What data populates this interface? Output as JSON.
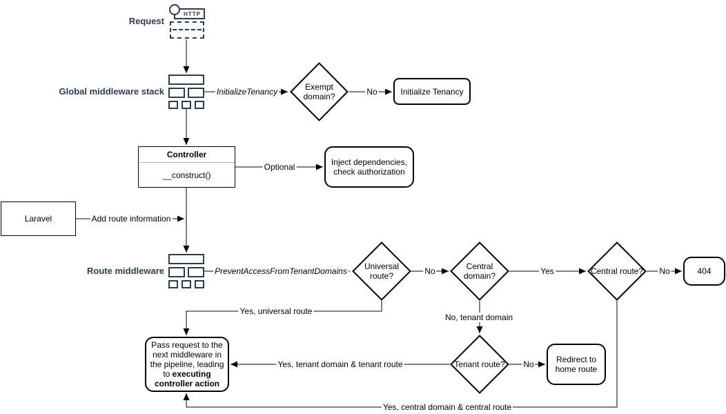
{
  "colors": {
    "navy": "#2d3b4e",
    "stroke": "#000000",
    "background": "#ffffff",
    "divider": "#b3b3b3"
  },
  "icons": {
    "request": "http-request-icon",
    "global_middleware": "middleware-stack-icon",
    "route_middleware": "middleware-stack-icon"
  },
  "labels": {
    "request": "Request",
    "http": "HTTP",
    "global_middleware": "Global middleware stack",
    "route_middleware": "Route middleware"
  },
  "nodes": {
    "exempt_domain": "Exempt domain?",
    "initialize_tenancy": "Initialize Tenancy",
    "controller_title": "Controller",
    "controller_method": "__construct()",
    "inject_dependencies": "Inject dependencies, check authorization",
    "laravel": "Laravel",
    "universal_route": "Universal route?",
    "central_domain": "Central domain?",
    "central_route": "Central route?",
    "not_found": "404",
    "tenant_route": "Tenant route?",
    "redirect_home": "Redirect to home route",
    "pass_request_text": "Pass request to the next middleware in the pipeline, leading to ",
    "pass_request_bold": "executing controller action"
  },
  "edges": {
    "initialize_tenancy_middleware": "InitializeTenancy",
    "exempt_no": "No",
    "optional": "Optional",
    "add_route_information": "Add route information",
    "prevent_access_middleware": "PreventAccessFromTenantDomains",
    "universal_no": "No",
    "central_domain_yes": "Yes",
    "central_route_no": "No",
    "universal_yes": "Yes, universal route",
    "central_domain_no": "No, tenant domain",
    "tenant_no": "No",
    "tenant_yes": "Yes, tenant domain & tenant route",
    "central_route_yes": "Yes, central domain & central route"
  }
}
